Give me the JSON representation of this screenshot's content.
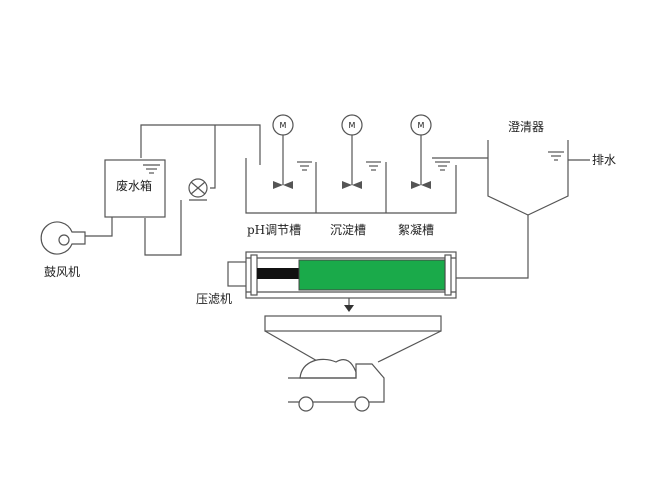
{
  "labels": {
    "wastewater_tank": "废水箱",
    "blower": "鼓风机",
    "ph_tank": "pH调节槽",
    "settling_tank": "沉淀槽",
    "flocculation_tank": "絮凝槽",
    "clarifier": "澄清器",
    "discharge": "排水",
    "filter_press": "压滤机"
  },
  "motor_symbol": "M",
  "colors": {
    "line": "#555555",
    "filter_media": "#1aaa4a",
    "piston_rod": "#111111",
    "tank_fill": "#ffffff"
  }
}
